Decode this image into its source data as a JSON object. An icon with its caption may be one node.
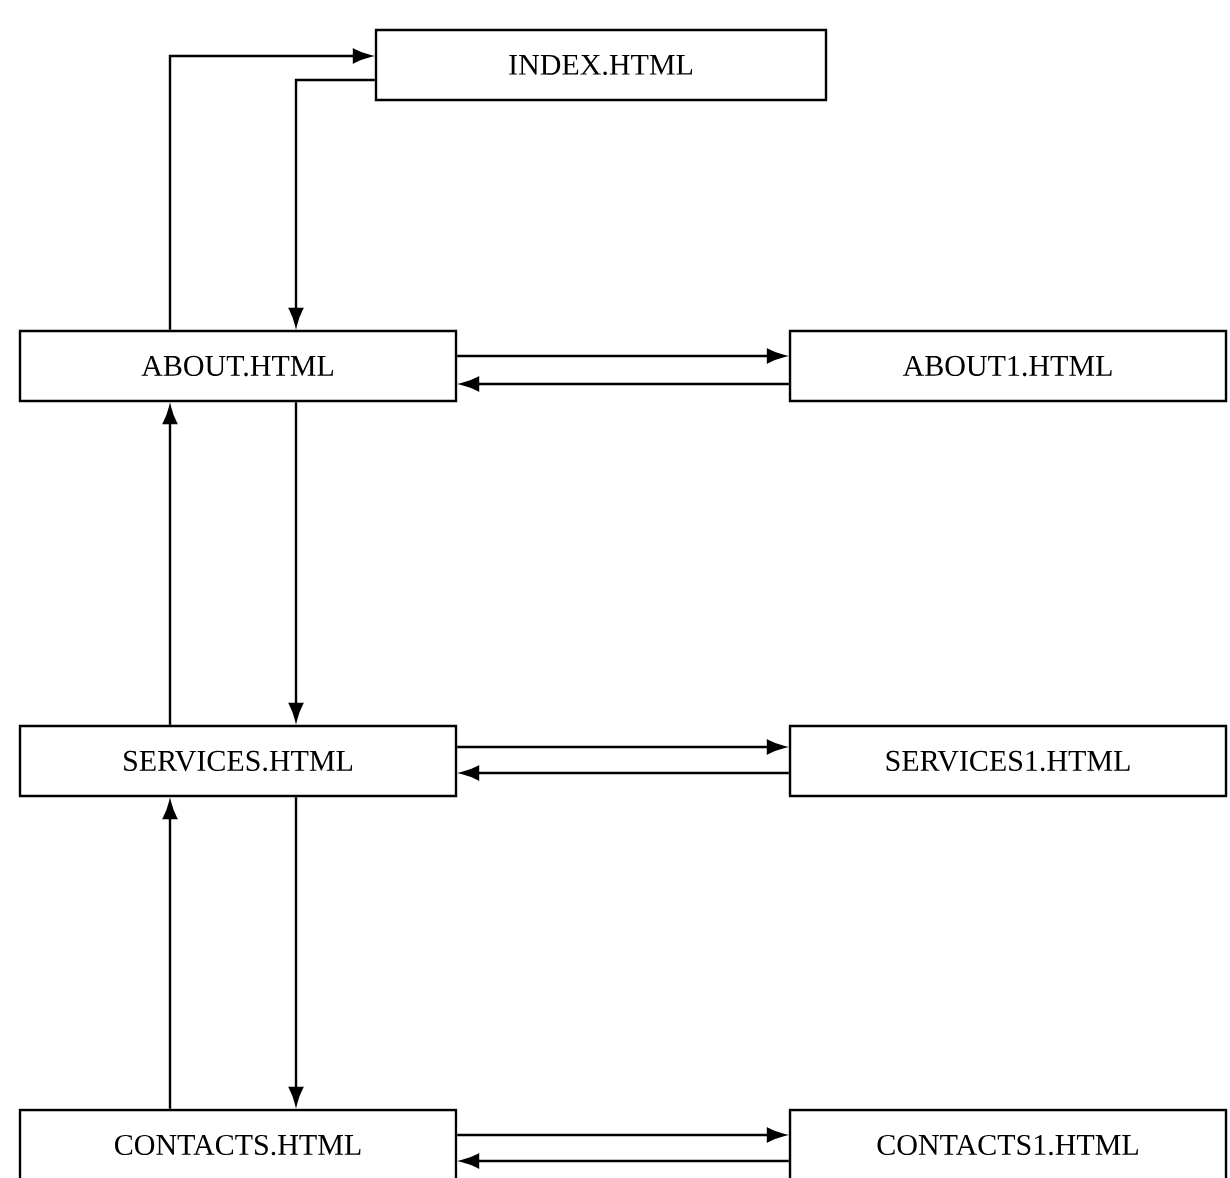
{
  "diagram": {
    "nodes": [
      {
        "text": [
          "INDEX.HTML"
        ]
      },
      {
        "text": [
          "ABOUT.HTML"
        ]
      },
      {
        "text": [
          "ABOUT1.HTML"
        ]
      },
      {
        "text": [
          "SERVICES.HTML"
        ]
      },
      {
        "text": [
          "SERVICES1.HTML"
        ]
      },
      {
        "text": [
          "CONTACTS.HTML"
        ]
      },
      {
        "text": [
          "CONTACTS1.HTML"
        ]
      }
    ],
    "edges": [
      {
        "from": 1,
        "to": 0,
        "arrow": "to"
      },
      {
        "from": 0,
        "to": 1,
        "arrow": "to"
      },
      {
        "from": 1,
        "to": 2,
        "arrow": "to"
      },
      {
        "from": 2,
        "to": 1,
        "arrow": "to"
      },
      {
        "from": 1,
        "to": 3,
        "arrow": "to"
      },
      {
        "from": 3,
        "to": 1,
        "arrow": "to"
      },
      {
        "from": 3,
        "to": 4,
        "arrow": "to"
      },
      {
        "from": 4,
        "to": 3,
        "arrow": "to"
      },
      {
        "from": 3,
        "to": 5,
        "arrow": "to"
      },
      {
        "from": 5,
        "to": 3,
        "arrow": "to"
      },
      {
        "from": 5,
        "to": 6,
        "arrow": "to"
      },
      {
        "from": 6,
        "to": 5,
        "arrow": "to"
      }
    ]
  }
}
